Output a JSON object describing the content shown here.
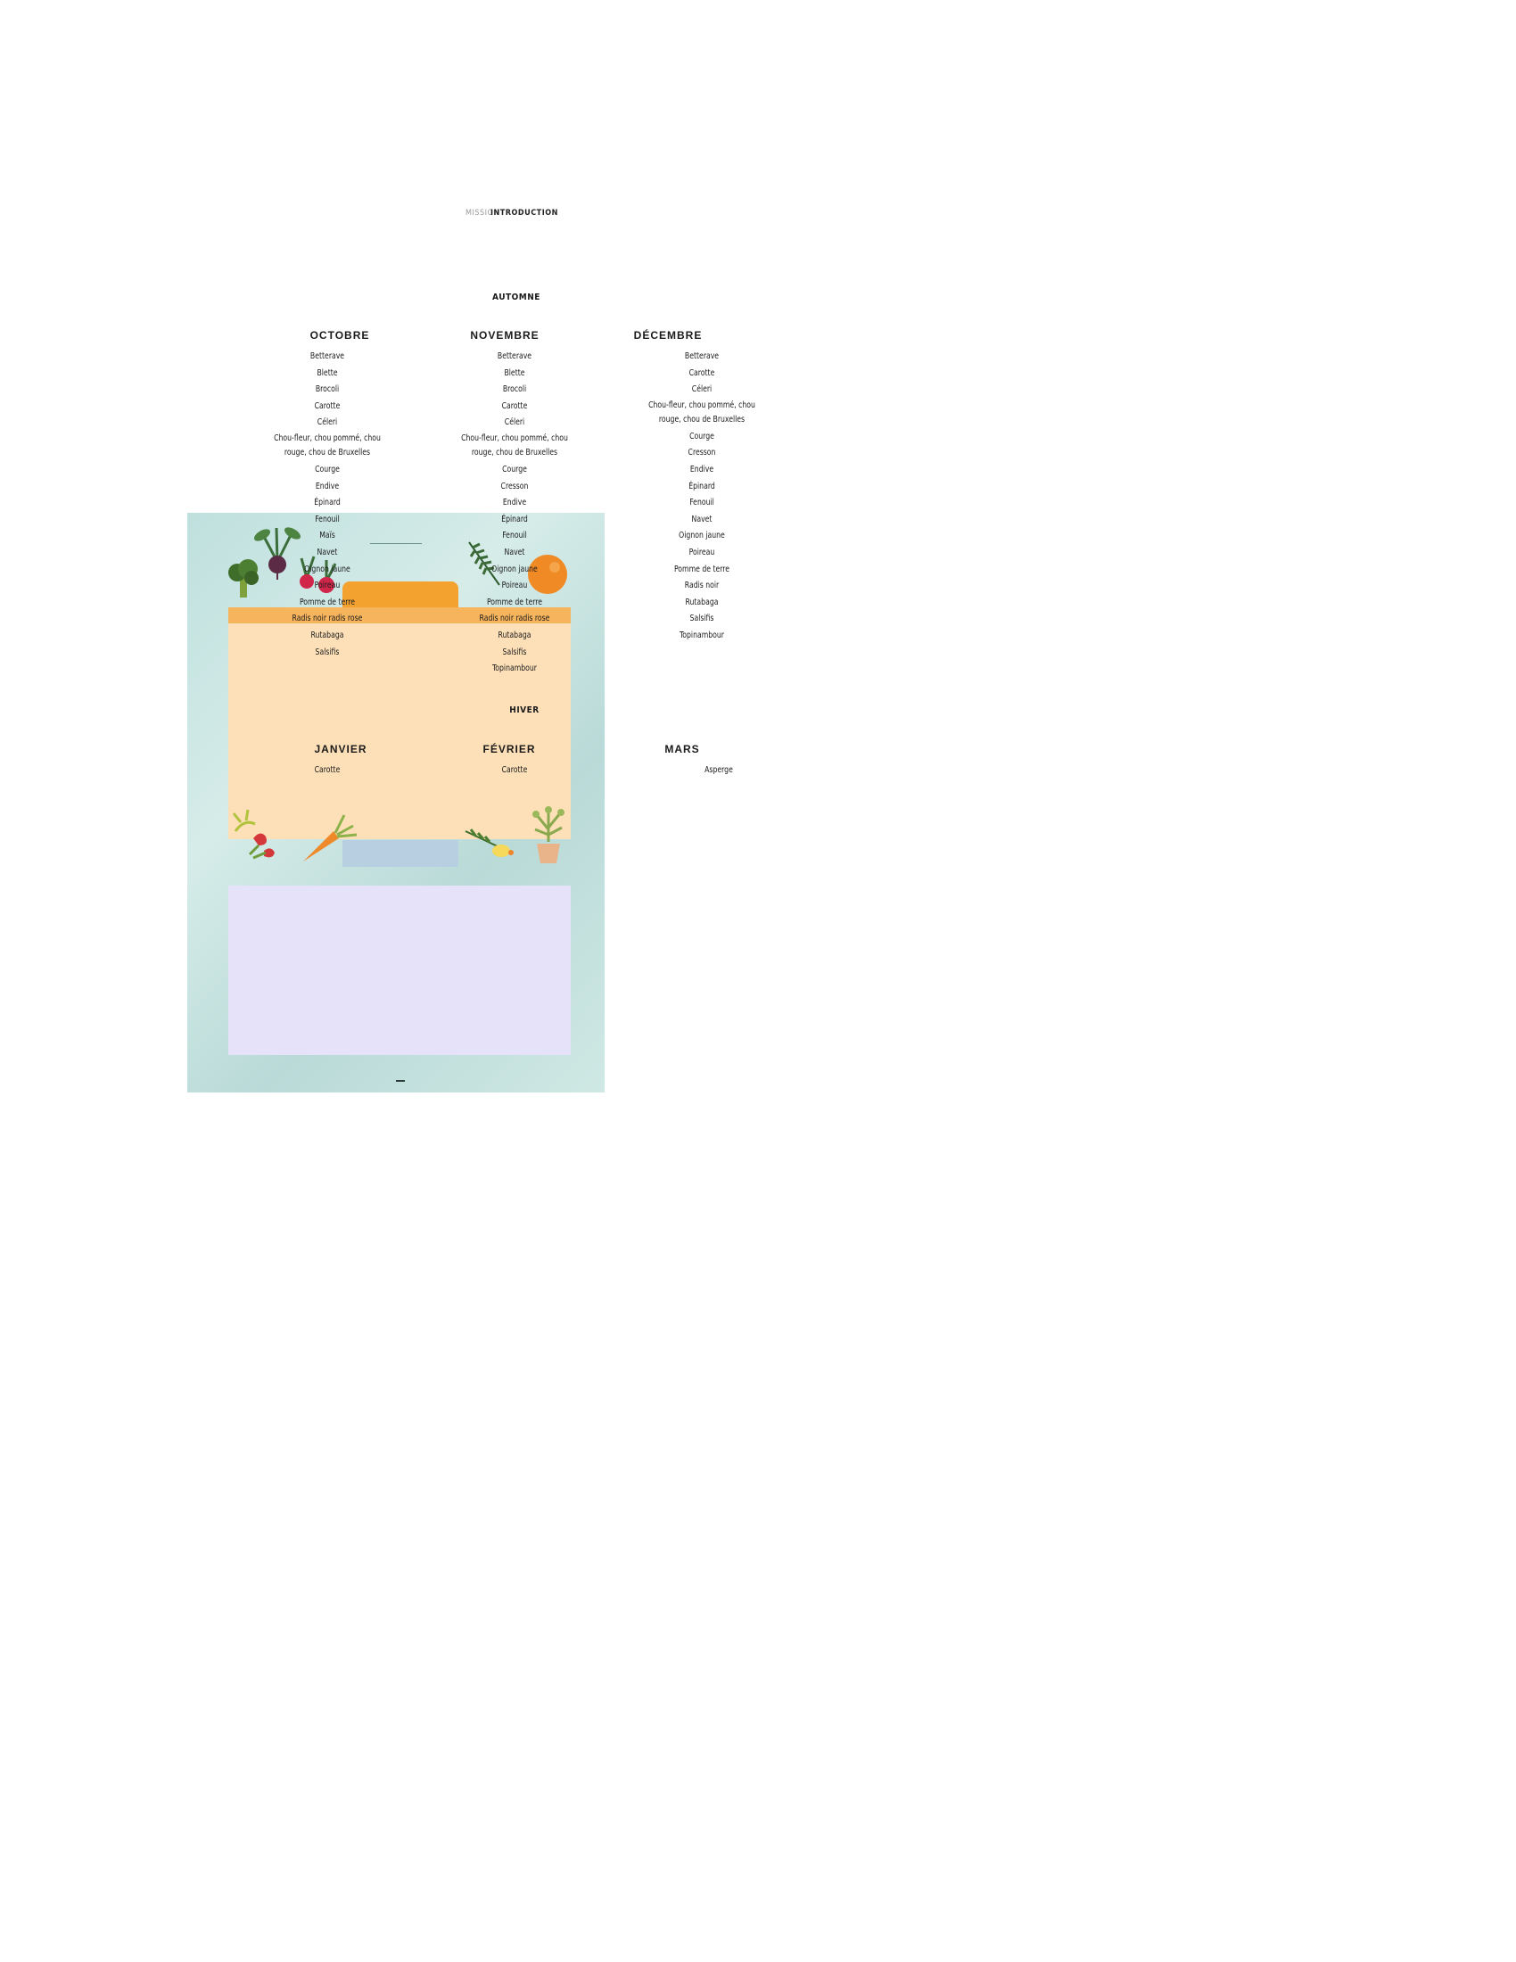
{
  "header": {
    "label_faint": "MISSION",
    "label_bold": "INTRODUCTION"
  },
  "sections": [
    {
      "season": "AUTOMNE",
      "months": [
        {
          "name": "OCTOBRE",
          "items": [
            "Betterave",
            "Blette",
            "Brocoli",
            "Carotte",
            "Céleri",
            "Chou-fleur, chou pommé, chou rouge, chou de Bruxelles",
            "Courge",
            "Endive",
            "Épinard",
            "Fenouil",
            "Maïs",
            "Navet",
            "Oignon jaune",
            "Poireau",
            "Pomme de terre",
            "Radis noir radis rose",
            "Rutabaga",
            "Salsifis"
          ]
        },
        {
          "name": "NOVEMBRE",
          "items": [
            "Betterave",
            "Blette",
            "Brocoli",
            "Carotte",
            "Céleri",
            "Chou-fleur, chou pommé, chou rouge, chou de Bruxelles",
            "Courge",
            "Cresson",
            "Endive",
            "Épinard",
            "Fenouil",
            "Navet",
            "Oignon jaune",
            "Poireau",
            "Pomme de terre",
            "Radis noir radis rose",
            "Rutabaga",
            "Salsifis",
            "Topinambour"
          ]
        },
        {
          "name": "DÉCEMBRE",
          "items": [
            "Betterave",
            "Carotte",
            "Céleri",
            "Chou-fleur, chou pommé, chou rouge, chou de Bruxelles",
            "Courge",
            "Cresson",
            "Endive",
            "Épinard",
            "Fenouil",
            "Navet",
            "Oignon jaune",
            "Poireau",
            "Pomme de terre",
            "Radis noir",
            "Rutabaga",
            "Salsifis",
            "Topinambour"
          ]
        }
      ]
    },
    {
      "season": "HIVER",
      "months": [
        {
          "name": "JANVIER",
          "items": [
            "Carotte"
          ]
        },
        {
          "name": "FÉVRIER",
          "items": [
            "Carotte"
          ]
        },
        {
          "name": "MARS",
          "items": [
            "Asperge"
          ]
        }
      ]
    }
  ],
  "colors": {
    "poster_background": "#c7e3e0",
    "panel_orange": "#fde0b8",
    "panel_tab": "#f3a22f",
    "panel_lilac": "#e5e2fa",
    "panel_blue": "#b7cfe0"
  },
  "illustrations": [
    "broccoli-icon",
    "beet-icon",
    "radish-icon",
    "rosemary-icon",
    "orange-icon",
    "carrot-icon",
    "lemon-icon",
    "potted-plant-icon"
  ]
}
